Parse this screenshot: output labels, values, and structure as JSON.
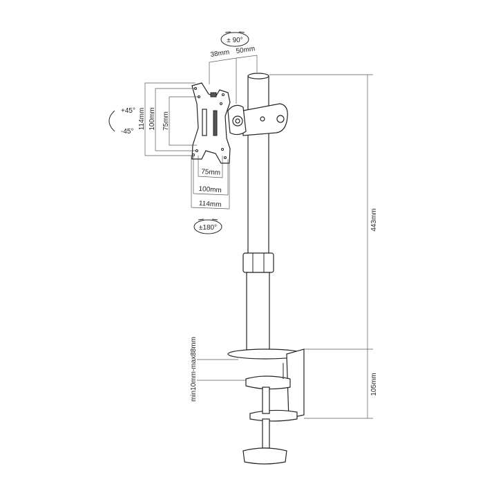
{
  "diagram": {
    "rotation_labels": {
      "swivel": "± 90°",
      "rotate": "±180°",
      "tilt_up": "+45°",
      "tilt_down": "-45°"
    },
    "offset_labels": {
      "arm_offset": "38mm",
      "pole_diameter": "50mm"
    },
    "vesa_vertical": [
      "114mm",
      "100mm",
      "75mm"
    ],
    "vesa_horizontal": [
      "75mm",
      "100mm",
      "114mm"
    ],
    "pole_height": "443mm",
    "clamp_height": "105mm",
    "desk_thickness": "min10mm-max88mm"
  }
}
